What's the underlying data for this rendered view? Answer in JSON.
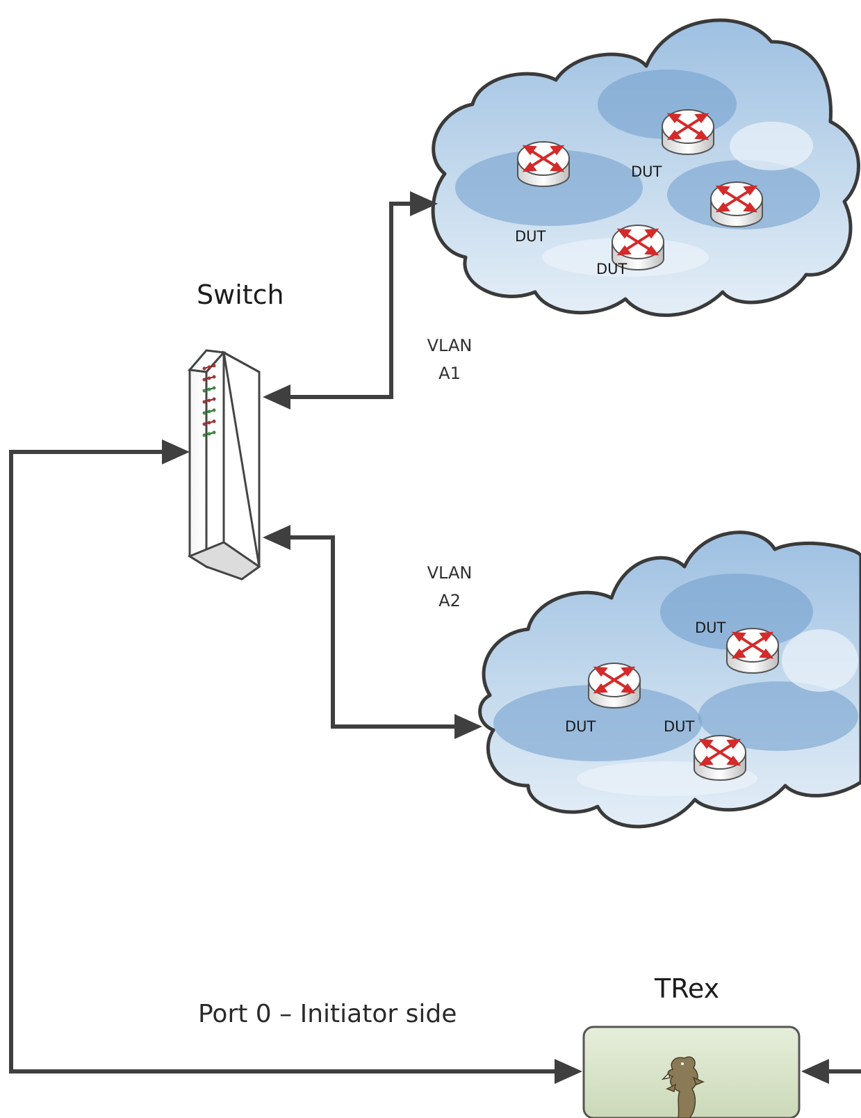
{
  "diagram": {
    "switch": {
      "label": "Switch"
    },
    "trex": {
      "label": "TRex"
    },
    "port_label": "Port 0 – Initiator side",
    "links": [
      {
        "line1": "VLAN",
        "line2": "A1"
      },
      {
        "line1": "VLAN",
        "line2": "A2"
      }
    ],
    "clouds": [
      {
        "duts": [
          {
            "label": "DUT"
          },
          {
            "label": "DUT"
          },
          {
            "label": "DUT"
          }
        ]
      },
      {
        "duts": [
          {
            "label": "DUT"
          },
          {
            "label": "DUT"
          },
          {
            "label": "DUT"
          }
        ]
      }
    ],
    "colors": {
      "wire": "#3f3f3f",
      "cloud_fill": "#b8d0e8",
      "router_arrow": "#d42a2a",
      "trex_fill": "#d5e0c3"
    }
  }
}
